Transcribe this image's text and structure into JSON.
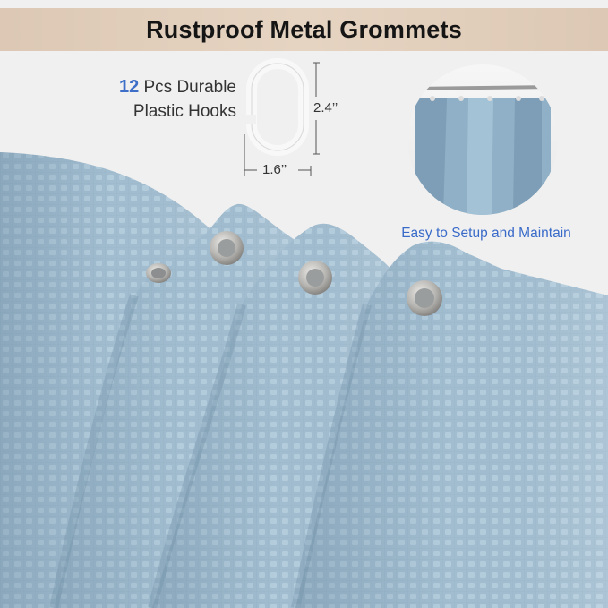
{
  "banner": {
    "title": "Rustproof Metal Grommets"
  },
  "hooks": {
    "count": "12",
    "line1_rest": " Pcs Durable",
    "line2": "Plastic Hooks",
    "height_label": "2.4’’",
    "width_label": "1.6’’"
  },
  "inset": {
    "caption": "Easy to Setup and Maintain"
  },
  "colors": {
    "curtain": "#a3bfd2",
    "curtain_shadow": "#7f9db3",
    "accent_blue": "#3d6fc8",
    "banner": "#e0cdb9",
    "grommet": "#b9b9b7"
  }
}
